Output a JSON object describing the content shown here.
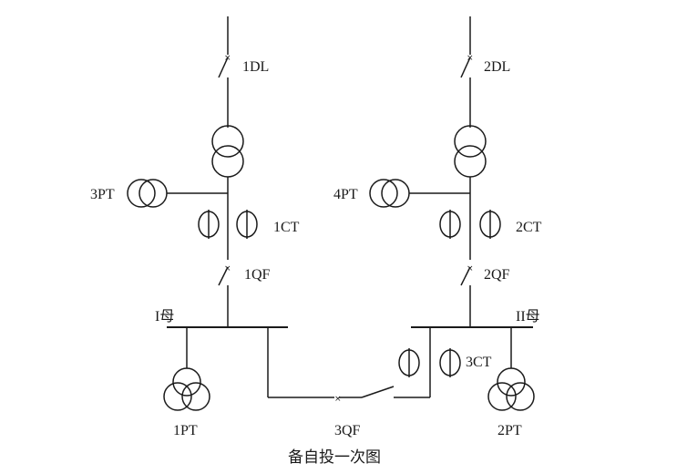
{
  "diagram": {
    "caption": "备自投一次图",
    "labels": {
      "dl1": "1DL",
      "dl2": "2DL",
      "pt3": "3PT",
      "pt4": "4PT",
      "ct1": "1CT",
      "ct2": "2CT",
      "qf1": "1QF",
      "qf2": "2QF",
      "bus1": "I母",
      "bus2": "II母",
      "ct3": "3CT",
      "pt1": "1PT",
      "pt2": "2PT",
      "qf3": "3QF"
    }
  }
}
